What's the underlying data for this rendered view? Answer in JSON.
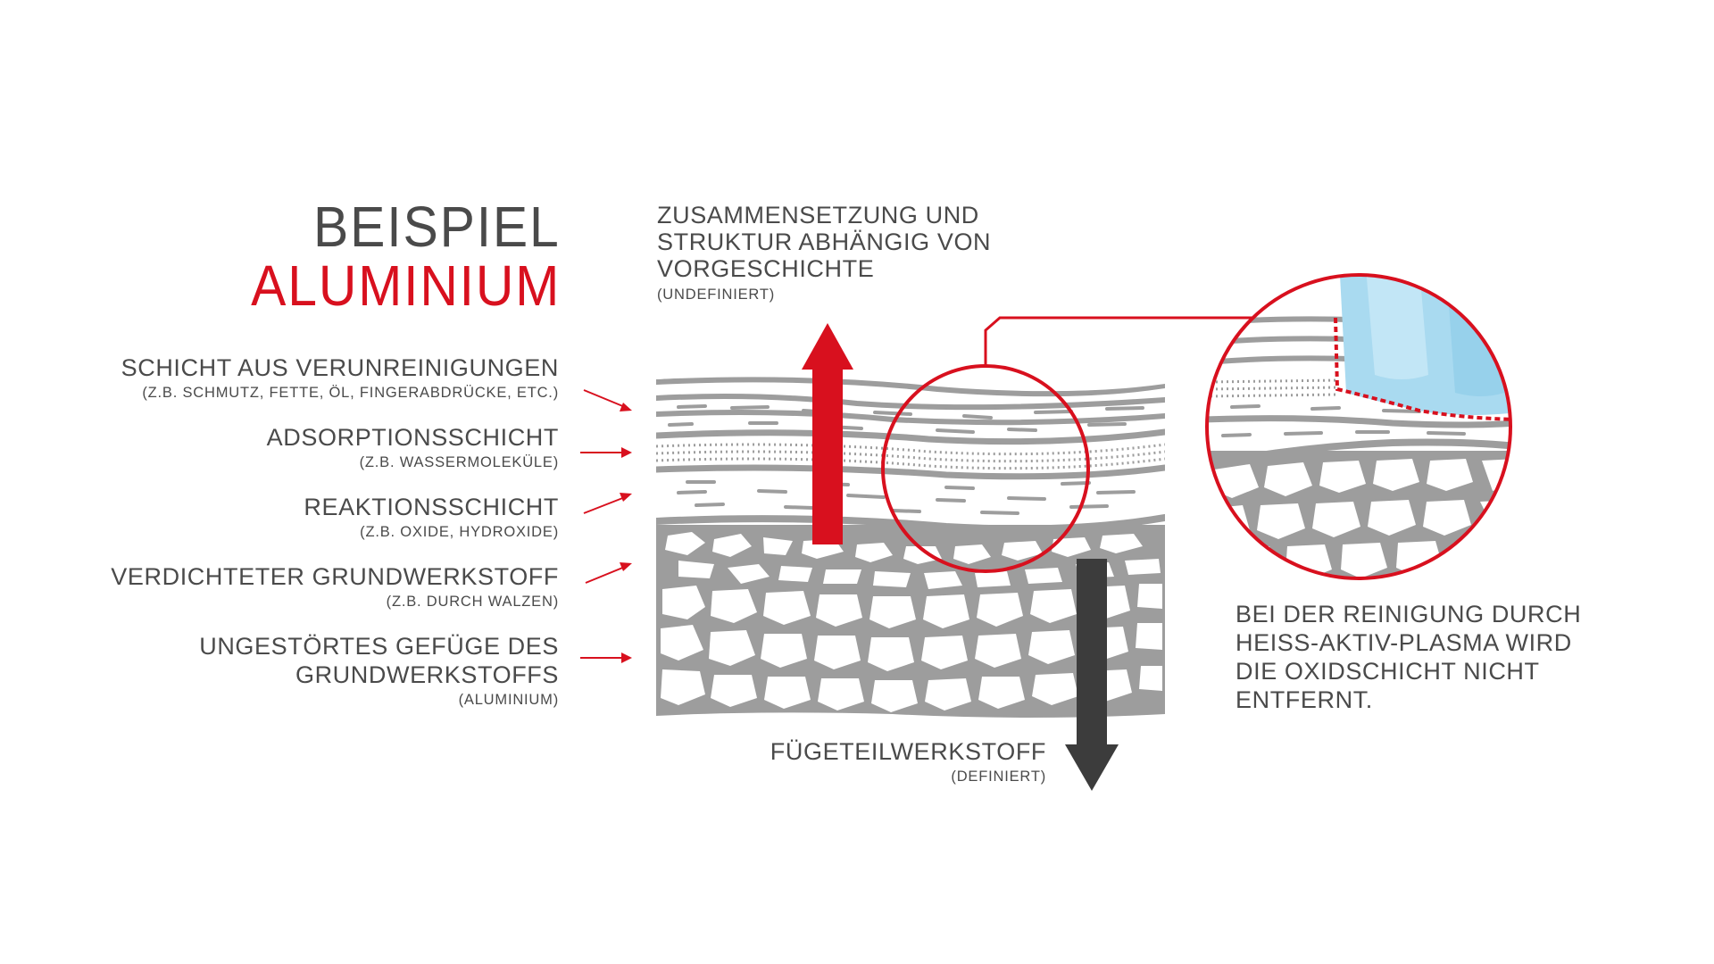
{
  "title": {
    "line1": "BEISPIEL",
    "line2": "ALUMINIUM"
  },
  "layers": [
    {
      "label": "SCHICHT AUS VERUNREINIGUNGEN",
      "note": "(Z.B. SCHMUTZ, FETTE, ÖL, FINGERABDRÜCKE, ETC.)"
    },
    {
      "label": "ADSORPTIONSSCHICHT",
      "note": "(Z.B. WASSERMOLEKÜLE)"
    },
    {
      "label": "REAKTIONSSCHICHT",
      "note": "(Z.B. OXIDE, HYDROXIDE)"
    },
    {
      "label": "VERDICHTETER GRUNDWERKSTOFF",
      "note": "(Z.B. DURCH WALZEN)"
    },
    {
      "label_lines": [
        "UNGESTÖRTES GEFÜGE DES",
        "GRUNDWERKSTOFFS"
      ],
      "note": "(ALUMINIUM)"
    }
  ],
  "top_note": {
    "lines": [
      "ZUSAMMENSETZUNG UND",
      "STRUKTUR ABHÄNGIG VON",
      "VORGESCHICHTE"
    ],
    "sub": "(UNDEFINIERT)"
  },
  "bottom_note": {
    "label": "FÜGETEILWERKSTOFF",
    "sub": "(DEFINIERT)"
  },
  "right_note": {
    "lines": [
      "BEI DER REINIGUNG DURCH",
      "HEISS-AKTIV-PLASMA WIRD",
      "DIE OXIDSCHICHT NICHT",
      "ENTFERNT."
    ]
  },
  "colors": {
    "accent_red": "#d8101e",
    "text_gray": "#4a4a4a",
    "layer_gray": "#9d9d9d",
    "arrow_dark": "#3c3c3c",
    "plasma_blue": "#a9daf0"
  },
  "icons": {
    "up_arrow": "red-up-arrow-icon",
    "down_arrow": "dark-down-arrow-icon",
    "pointer_arrows": "red-pointer-arrow-icon"
  }
}
